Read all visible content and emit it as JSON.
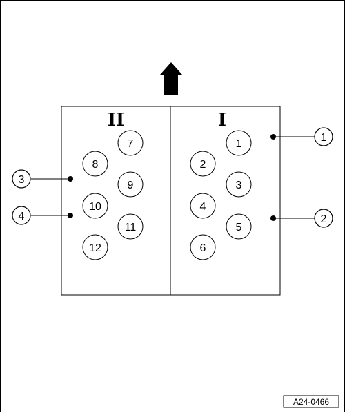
{
  "banks": [
    {
      "id": "bank-II",
      "label": "II"
    },
    {
      "id": "bank-I",
      "label": "I"
    }
  ],
  "cylinders": [
    "1",
    "2",
    "3",
    "4",
    "5",
    "6",
    "7",
    "8",
    "9",
    "10",
    "11",
    "12"
  ],
  "callouts": [
    "1",
    "2",
    "3",
    "4"
  ],
  "figure_ref": "A24-0466",
  "direction_icon": "arrow-up-icon",
  "colors": {
    "line": "#000000",
    "background": "#ffffff"
  }
}
